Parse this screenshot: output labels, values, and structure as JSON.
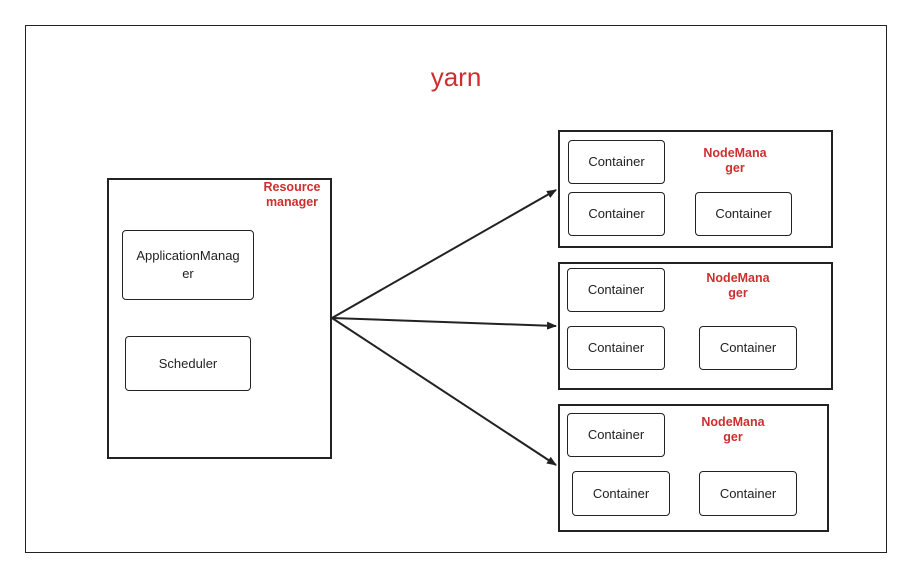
{
  "diagram": {
    "title": "yarn",
    "resource_manager": {
      "label": "Resource\nmanager",
      "children": [
        "ApplicationManag\ner",
        "Scheduler"
      ]
    },
    "node_managers": [
      {
        "label": "NodeMana\nger",
        "containers": [
          "Container",
          "Container",
          "Container"
        ]
      },
      {
        "label": "NodeMana\nger",
        "containers": [
          "Container",
          "Container",
          "Container"
        ]
      },
      {
        "label": "NodeMana\nger",
        "containers": [
          "Container",
          "Container",
          "Container"
        ]
      }
    ],
    "colors": {
      "accent": "#cc2f2f",
      "stroke": "#222222"
    }
  }
}
